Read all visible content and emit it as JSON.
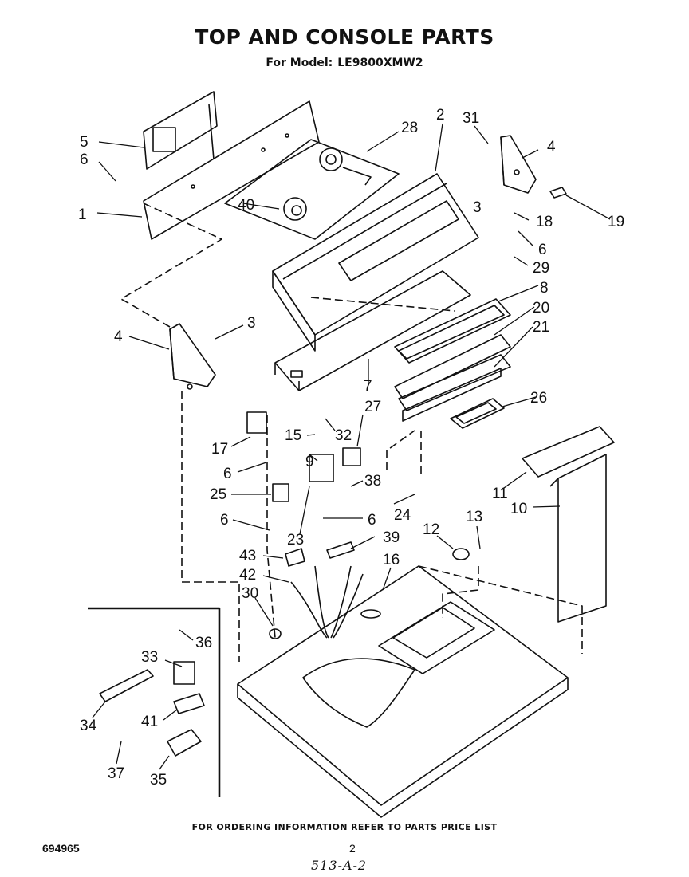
{
  "header": {
    "title": "TOP AND CONSOLE PARTS",
    "model_label": "For Model:",
    "model_value": "LE9800XMW2"
  },
  "parts": {
    "p1": "1",
    "p2": "2",
    "p3a": "3",
    "p3b": "3",
    "p4a": "4",
    "p4b": "4",
    "p5": "5",
    "p6a": "6",
    "p6b": "6",
    "p6c": "6",
    "p6d": "6",
    "p6e": "6",
    "p7": "7",
    "p8": "8",
    "p9": "9",
    "p10": "10",
    "p11": "11",
    "p12": "12",
    "p13": "13",
    "p15": "15",
    "p16": "16",
    "p17": "17",
    "p18": "18",
    "p19": "19",
    "p20": "20",
    "p21": "21",
    "p23": "23",
    "p24": "24",
    "p25": "25",
    "p26": "26",
    "p27": "27",
    "p28": "28",
    "p29": "29",
    "p30": "30",
    "p31": "31",
    "p32": "32",
    "p33": "33",
    "p34": "34",
    "p35": "35",
    "p36": "36",
    "p37": "37",
    "p38": "38",
    "p39": "39",
    "p40": "40",
    "p41": "41",
    "p42": "42",
    "p43": "43"
  },
  "footer": {
    "ordering_note": "FOR ORDERING INFORMATION REFER TO PARTS PRICE LIST",
    "doc_number": "694965",
    "page_number": "2",
    "handwritten_code": "513-A-2"
  }
}
